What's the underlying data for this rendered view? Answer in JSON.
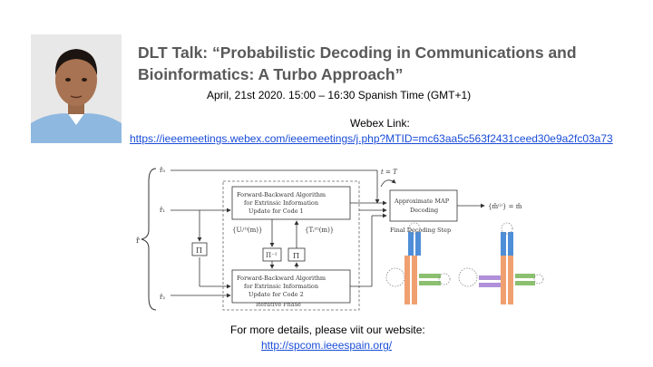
{
  "slide": {
    "title_line1": "DLT Talk: “Probabilistic Decoding in Communications and",
    "title_line2": "Bioinformatics: A Turbo Approach”",
    "datetime": "April, 21st 2020. 15:00 – 16:30 Spanish Time (GMT+1)",
    "webex_label": "Webex Link:",
    "webex_url": "https://ieeemeetings.webex.com/ieeemeetings/j.php?MTID=mc63aa5c563f2431ceed30e9a2fc03a73",
    "more_details": "For more details, please viit our website:",
    "website_url": "http://spcom.ieeespain.org/"
  },
  "diagram": {
    "input_r0": "r̂₀",
    "input_r1": "r̂₁",
    "input_r2": "r̂₂",
    "input_r": "r̂",
    "interleaver": "Π",
    "deinterleaver": "Π⁻¹",
    "decoder1_line1": "Forward-Backward Algorithm",
    "decoder1_line2": "for Extrinsic Information",
    "decoder1_line3": "Update for Code 1",
    "decoder2_line1": "Forward-Backward Algorithm",
    "decoder2_line2": "for Extrinsic Information",
    "decoder2_line3": "Update for Code 2",
    "u_msg": "{Uᵢ⁽ᵗ⁾(m)}",
    "t_msg": "{Tᵢ⁽ᵗ⁾(m)}",
    "iterative_phase": "Iterative Phase",
    "t_equals_T": "t = T",
    "map_line1": "Approximate MAP",
    "map_line2": "Decoding",
    "final_step": "Final Decoding Step",
    "output": "{m̂⁽ⁱ⁾} = m̂"
  },
  "colors": {
    "title": "#595959",
    "link": "#1a4dd8",
    "rna_blue": "#4e8ed8",
    "rna_orange": "#f0a070",
    "rna_green": "#8cc070",
    "rna_purple": "#b090d8"
  }
}
